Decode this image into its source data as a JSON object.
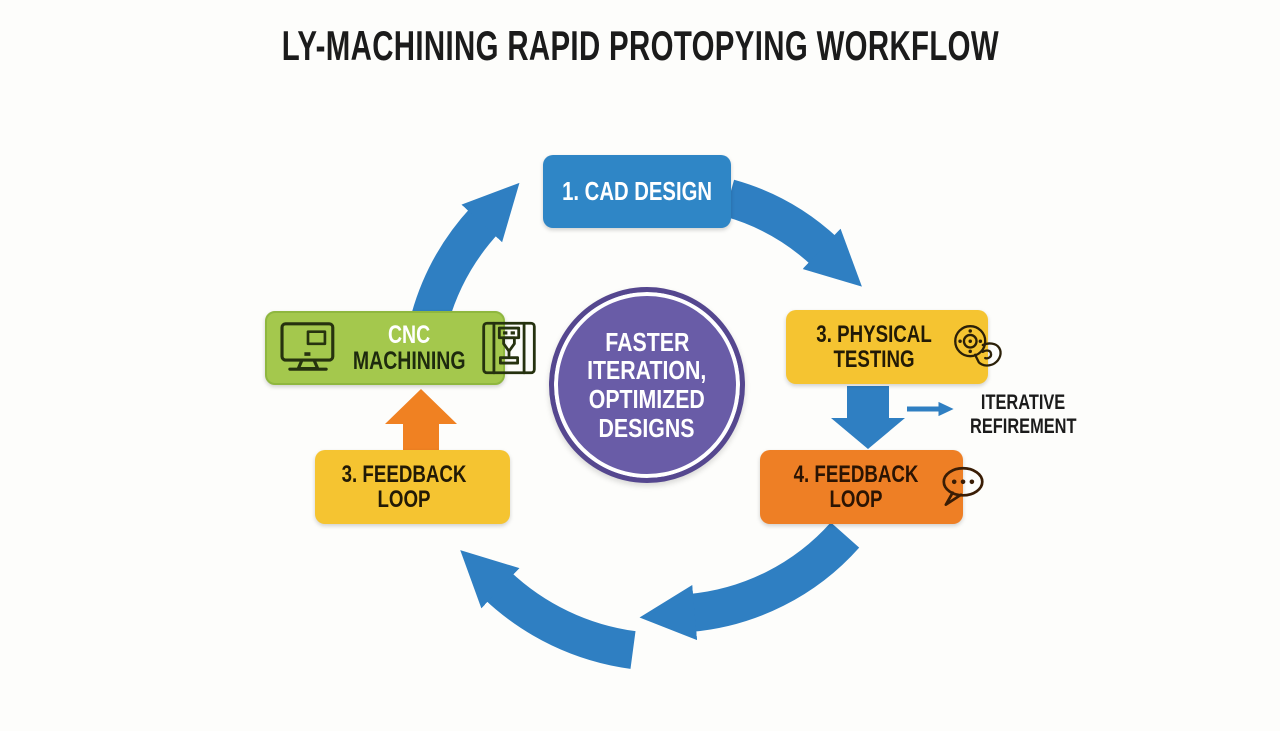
{
  "title": "LY-MACHINING RAPID PROTOPYING WORKFLOW",
  "diagram": {
    "center_circle": {
      "lines": [
        "FASTER",
        "ITERATION,",
        "OPTIMIZED",
        "DESIGNS"
      ],
      "bg_color": "#695CA7",
      "ring_color": "#55478F",
      "text_color": "#FFFFFF"
    },
    "nodes": {
      "cad_design": {
        "label": "1. CAD DESIGN",
        "bg_color": "#2F86C6",
        "text_color": "#FFFFFF"
      },
      "cnc_machining": {
        "line1": "CNC",
        "line2": "MACHINING",
        "bg_color": "#A4C84D",
        "icons": [
          "computer-monitor",
          "cnc-machine"
        ]
      },
      "physical_testing": {
        "line1": "3. PHYSICAL",
        "line2": "TESTING",
        "bg_color": "#F5C431",
        "icon": "part-inspection-hand"
      },
      "feedback_loop_4": {
        "line1": "4. FEEDBACK",
        "line2": "LOOP",
        "bg_color": "#EE7F25",
        "icon": "speech-bubble"
      },
      "feedback_loop_3": {
        "line1": "3. FEEDBACK",
        "line2": "LOOP",
        "bg_color": "#F5C431"
      }
    },
    "annotation": {
      "line1": "ITERATIVE",
      "line2": "REFIREMENT"
    },
    "connections": [
      {
        "from": "cnc_machining",
        "to": "cad_design",
        "style": "curved",
        "color": "#2F7FC2"
      },
      {
        "from": "cad_design",
        "to": "physical_testing",
        "style": "curved",
        "color": "#2F7FC2"
      },
      {
        "from": "physical_testing",
        "to": "feedback_loop_4",
        "style": "block-down",
        "color": "#2F7FC2"
      },
      {
        "from": "feedback_loop_4",
        "to": "bottom_center",
        "style": "curved",
        "color": "#2F7FC2"
      },
      {
        "from": "bottom_center",
        "to": "feedback_loop_3",
        "style": "curved",
        "color": "#2F7FC2"
      },
      {
        "from": "feedback_loop_3",
        "to": "cnc_machining",
        "style": "block-up",
        "color": "#F08122"
      },
      {
        "from": "feedback_loop_4",
        "to": "iterative_refinement",
        "style": "thin",
        "color": "#2F7FC2"
      }
    ],
    "colors": {
      "arrow_blue": "#2F7FC2",
      "arrow_orange": "#F08122",
      "background": "#FDFDFB",
      "title_text": "#1B1B1B"
    }
  }
}
